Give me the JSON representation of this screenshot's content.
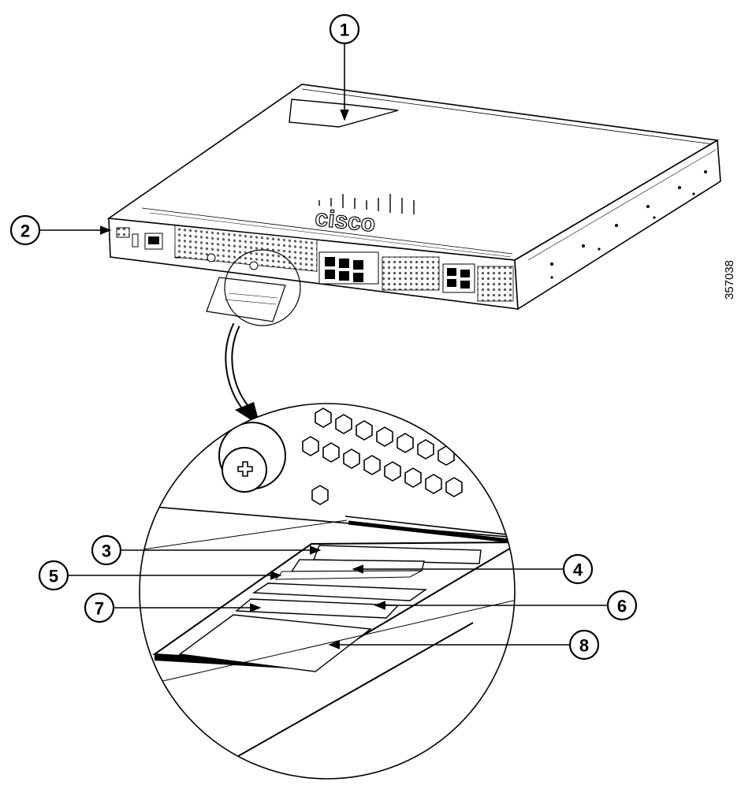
{
  "figure": {
    "id_number": "357038",
    "brand_logo_text": "cisco",
    "callouts": [
      {
        "number": "1"
      },
      {
        "number": "2"
      },
      {
        "number": "3"
      },
      {
        "number": "4"
      },
      {
        "number": "5"
      },
      {
        "number": "6"
      },
      {
        "number": "7"
      },
      {
        "number": "8"
      }
    ]
  }
}
